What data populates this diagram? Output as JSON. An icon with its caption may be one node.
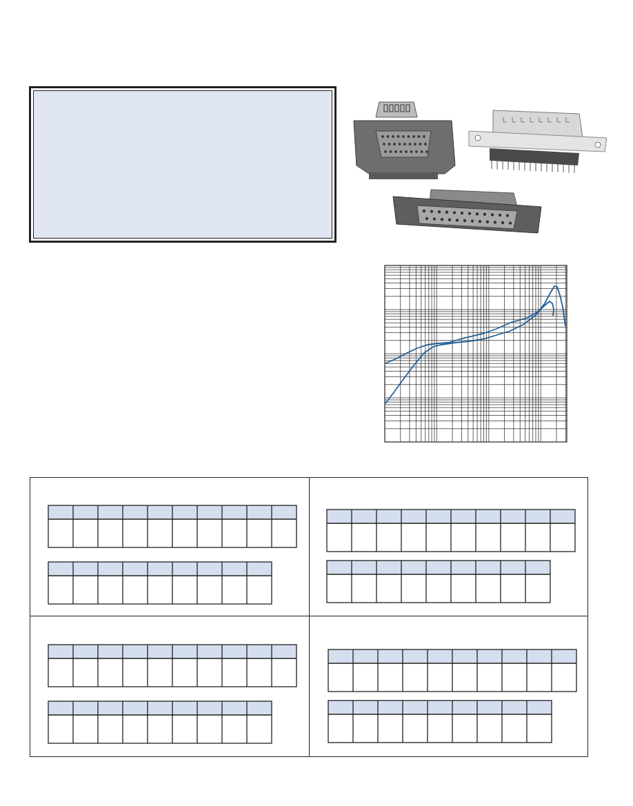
{
  "diagram": {
    "nodes": [
      {
        "text": [],
        "shape": "box"
      },
      {
        "text": [],
        "shape": "picture"
      },
      {
        "text": [],
        "shape": "box"
      },
      {
        "text": [],
        "shape": "box"
      },
      {
        "text": [],
        "shape": "box"
      },
      {
        "text": [],
        "shape": "box"
      }
    ]
  }
}
